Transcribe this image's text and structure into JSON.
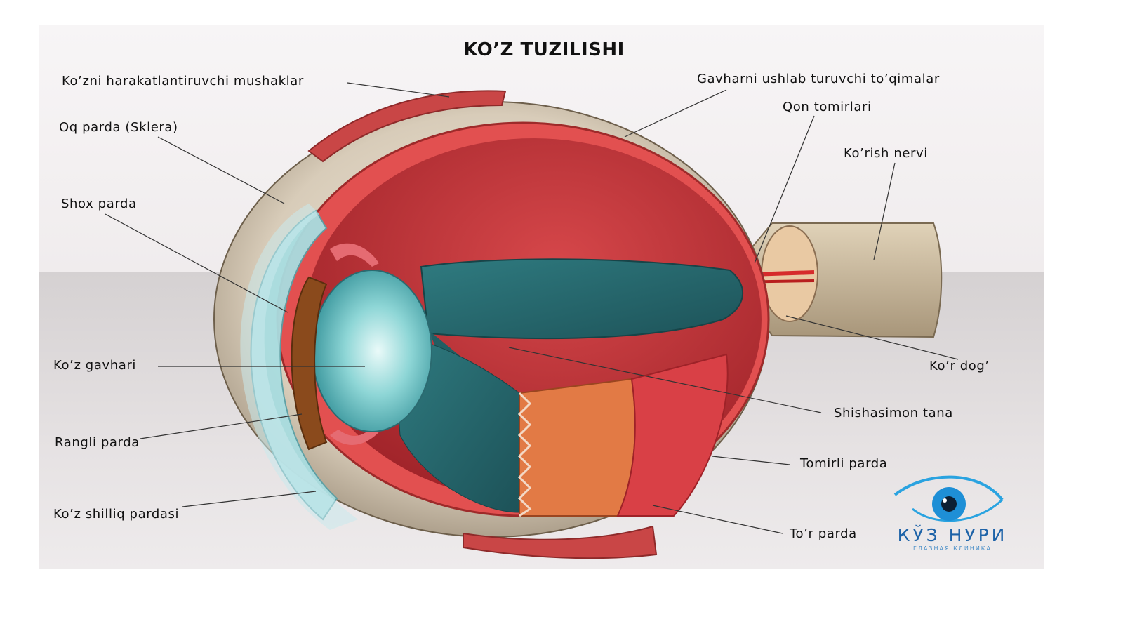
{
  "diagram": {
    "title": "KO’Z TUZILISHI",
    "labels_left": [
      {
        "id": "muscles",
        "text": "Ko’zni harakatlantiruvchi mushaklar"
      },
      {
        "id": "sclera",
        "text": "Oq parda (Sklera)"
      },
      {
        "id": "cornea",
        "text": "Shox parda"
      },
      {
        "id": "lens",
        "text": "Ko’z gavhari"
      },
      {
        "id": "iris",
        "text": "Rangli parda"
      },
      {
        "id": "conjunctiva",
        "text": "Ko’z shilliq pardasi"
      }
    ],
    "labels_right": [
      {
        "id": "zonules",
        "text": "Gavharni ushlab turuvchi to’qimalar"
      },
      {
        "id": "vessels",
        "text": "Qon tomirlari"
      },
      {
        "id": "optic-nerve",
        "text": "Ko’rish nervi"
      },
      {
        "id": "blind-spot",
        "text": "Ko’r dog’"
      },
      {
        "id": "vitreous",
        "text": "Shishasimon tana"
      },
      {
        "id": "choroid",
        "text": "Tomirli parda"
      },
      {
        "id": "retina",
        "text": "To’r parda"
      }
    ]
  },
  "logo": {
    "text": "КЎЗ НУРИ",
    "subtext": "ГЛАЗНАЯ КЛИНИКА",
    "colors": {
      "primary": "#1e63a8",
      "accent": "#2aa3e0"
    }
  },
  "colors": {
    "sclera": "#d9cfc0",
    "choroid": "#d83a3a",
    "retina_inner": "#b92e33",
    "vitreous": "#3f8c8f",
    "lens": "#7fd0d2",
    "iris": "#8a4a1c",
    "cornea": "#a9dde0",
    "nerve": "#c9b89c"
  }
}
